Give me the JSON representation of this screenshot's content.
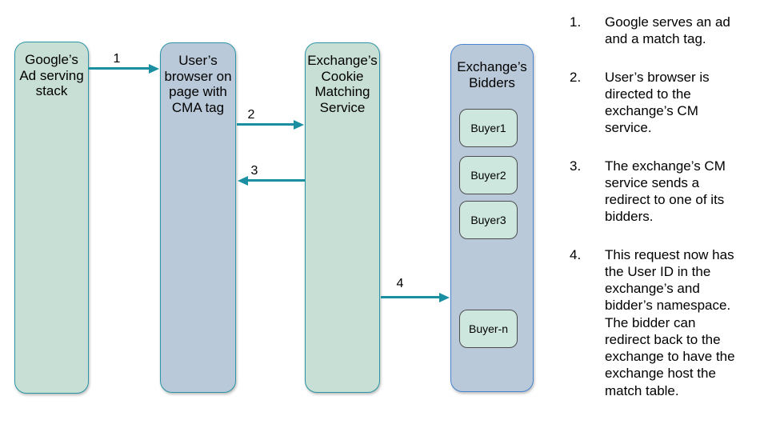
{
  "colors": {
    "canvas_bg": "#ffffff",
    "green_fill": "#c8dfd6",
    "blue_fill": "#b9c9d9",
    "teal_border": "#2a96a5",
    "blue_border": "#4a86d0",
    "buyer_fill": "#cde7df",
    "buyer_border": "#4d4d4d",
    "arrow": "#1a8fa2",
    "text": "#000000"
  },
  "diagram": {
    "boxes": [
      {
        "name": "google-ad-serving-stack",
        "label": "Google’s\nAd serving\nstack"
      },
      {
        "name": "user-browser",
        "label": "User’s\nbrowser on\npage with\nCMA tag"
      },
      {
        "name": "exchange-cookie-matching-service",
        "label": "Exchange’s\nCookie\nMatching\nService"
      },
      {
        "name": "exchange-bidders",
        "label": "Exchange’s\nBidders"
      }
    ],
    "buyers": [
      {
        "label": "Buyer1"
      },
      {
        "label": "Buyer2"
      },
      {
        "label": "Buyer3"
      },
      {
        "label": "Buyer-n"
      }
    ],
    "arrows": [
      {
        "label": "1",
        "from": "google-ad-serving-stack",
        "to": "user-browser",
        "direction": "right"
      },
      {
        "label": "2",
        "from": "user-browser",
        "to": "exchange-cookie-matching-service",
        "direction": "right"
      },
      {
        "label": "3",
        "from": "exchange-cookie-matching-service",
        "to": "user-browser",
        "direction": "left"
      },
      {
        "label": "4",
        "from": "exchange-cookie-matching-service",
        "to": "exchange-bidders",
        "direction": "right"
      }
    ]
  },
  "steps": [
    {
      "num": "1.",
      "text": "Google serves an ad\nand a match tag."
    },
    {
      "num": "2.",
      "text": "User’s browser is\ndirected to the\nexchange’s CM\nservice."
    },
    {
      "num": "3.",
      "text": "The exchange’s CM\nservice sends a\nredirect to one of its\nbidders."
    },
    {
      "num": "4.",
      "text": "This request now has\nthe User ID in the\nexchange’s and\nbidder’s namespace.\nThe bidder can\nredirect back to the\nexchange to have the\nexchange host the\nmatch table."
    }
  ]
}
